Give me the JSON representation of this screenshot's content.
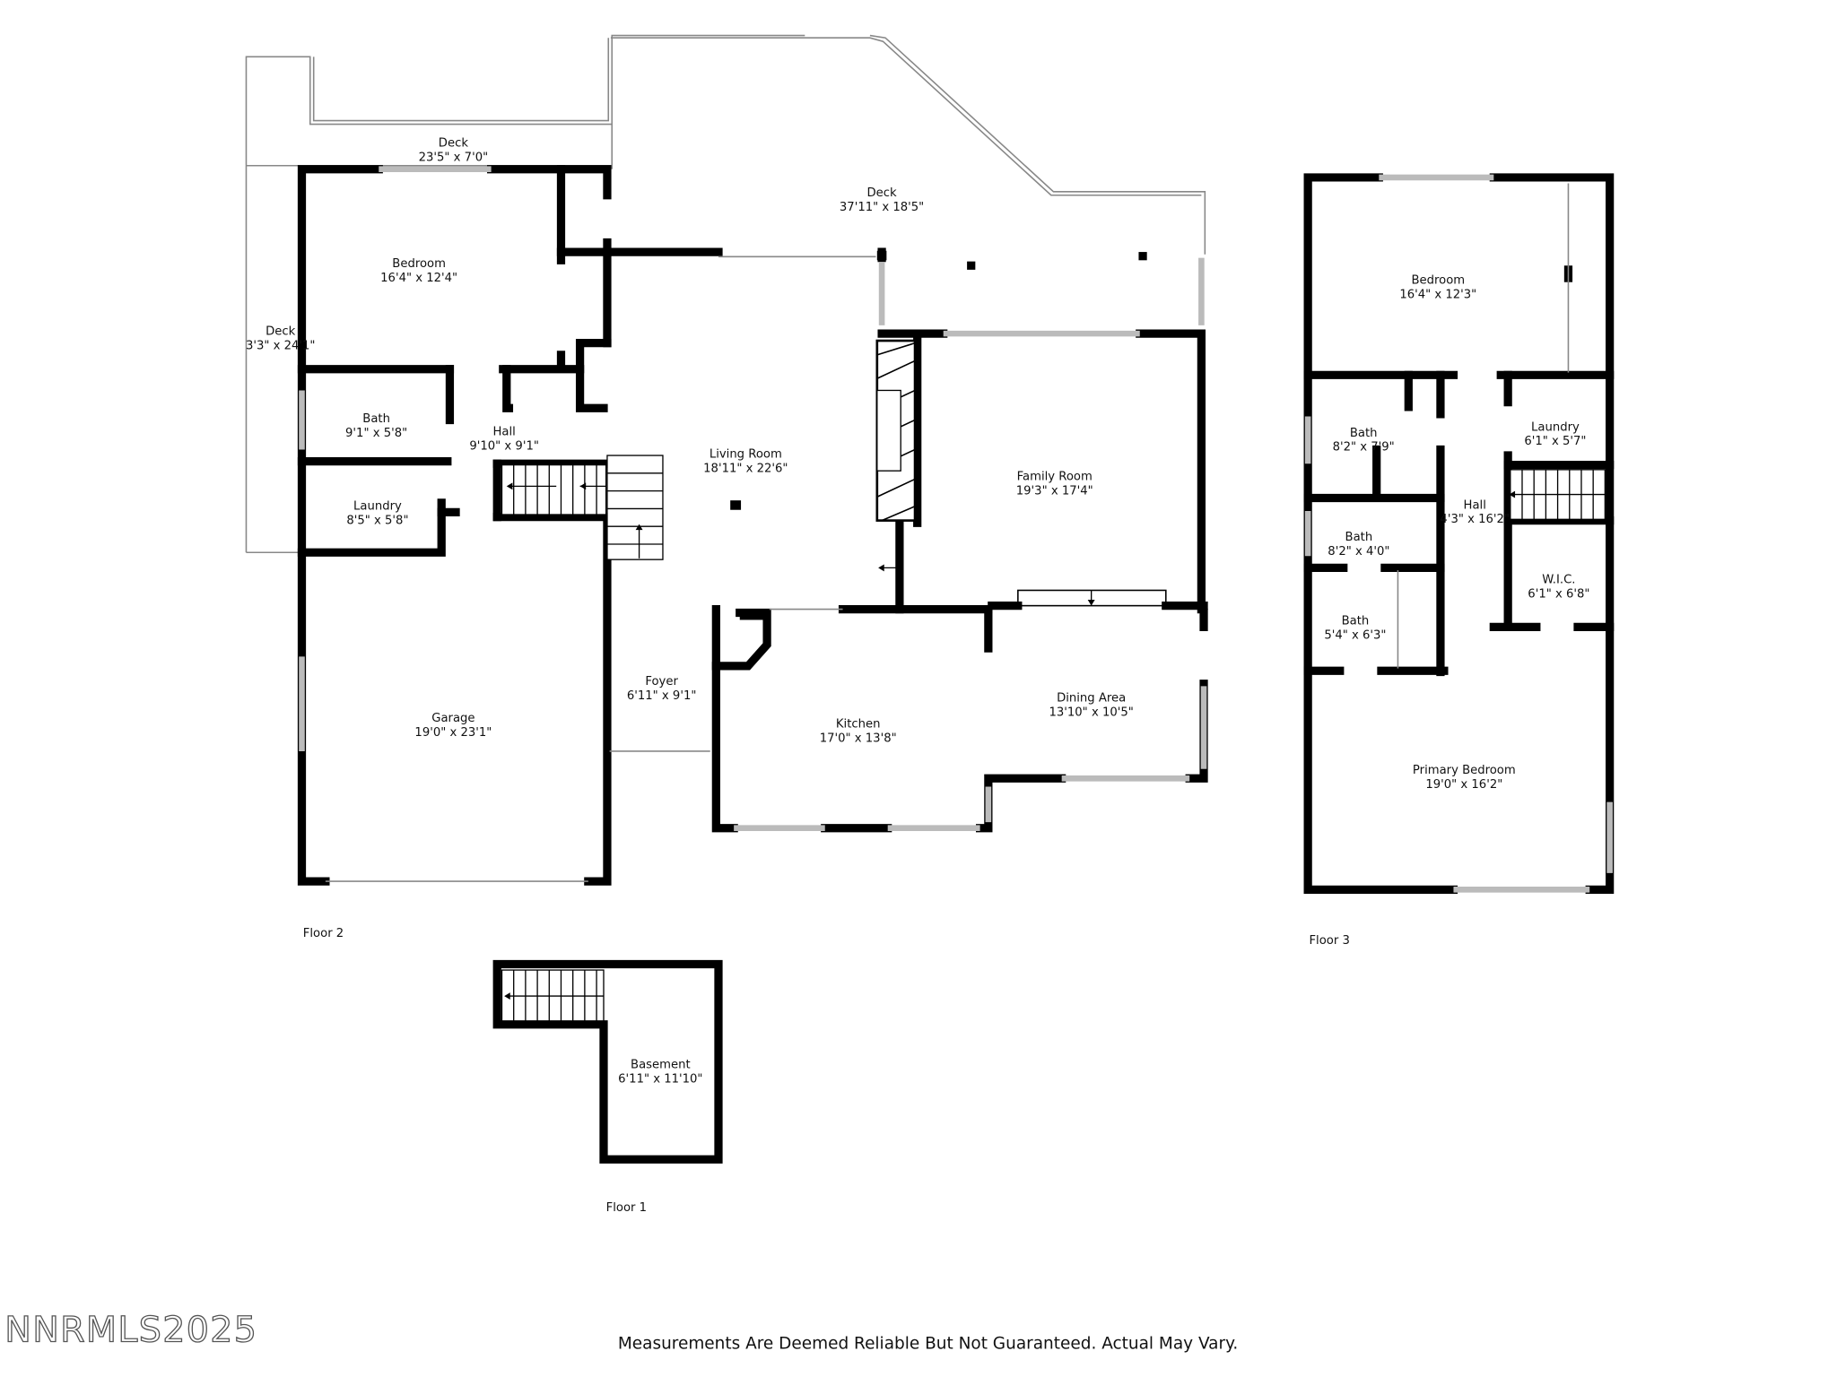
{
  "floor2": {
    "label": "Floor 2",
    "rooms": [
      {
        "name": "Deck",
        "dims": "23'5\" x 7'0\""
      },
      {
        "name": "Deck",
        "dims": "37'11\" x 18'5\""
      },
      {
        "name": "Deck",
        "dims": "3'3\" x 24'1\""
      },
      {
        "name": "Bedroom",
        "dims": "16'4\" x 12'4\""
      },
      {
        "name": "Bath",
        "dims": "9'1\" x 5'8\""
      },
      {
        "name": "Hall",
        "dims": "9'10\" x 9'1\""
      },
      {
        "name": "Laundry",
        "dims": "8'5\" x 5'8\""
      },
      {
        "name": "Living Room",
        "dims": "18'11\" x 22'6\""
      },
      {
        "name": "Family Room",
        "dims": "19'3\" x 17'4\""
      },
      {
        "name": "Garage",
        "dims": "19'0\" x 23'1\""
      },
      {
        "name": "Foyer",
        "dims": "6'11\" x 9'1\""
      },
      {
        "name": "Kitchen",
        "dims": "17'0\" x 13'8\""
      },
      {
        "name": "Dining Area",
        "dims": "13'10\" x 10'5\""
      }
    ]
  },
  "floor1": {
    "label": "Floor 1",
    "rooms": [
      {
        "name": "Basement",
        "dims": "6'11\" x 11'10\""
      }
    ]
  },
  "floor3": {
    "label": "Floor 3",
    "rooms": [
      {
        "name": "Bedroom",
        "dims": "16'4\" x 12'3\""
      },
      {
        "name": "Bath",
        "dims": "8'2\" x 7'9\""
      },
      {
        "name": "Laundry",
        "dims": "6'1\" x 5'7\""
      },
      {
        "name": "Hall",
        "dims": "4'3\" x 16'2\""
      },
      {
        "name": "Bath",
        "dims": "8'2\" x 4'0\""
      },
      {
        "name": "W.I.C.",
        "dims": "6'1\" x 6'8\""
      },
      {
        "name": "Bath",
        "dims": "5'4\" x 6'3\""
      },
      {
        "name": "Primary Bedroom",
        "dims": "19'0\" x 16'2\""
      }
    ]
  },
  "watermark": "NNRMLS2025",
  "disclaimer": "Measurements Are Deemed Reliable But Not Guaranteed. Actual May Vary."
}
